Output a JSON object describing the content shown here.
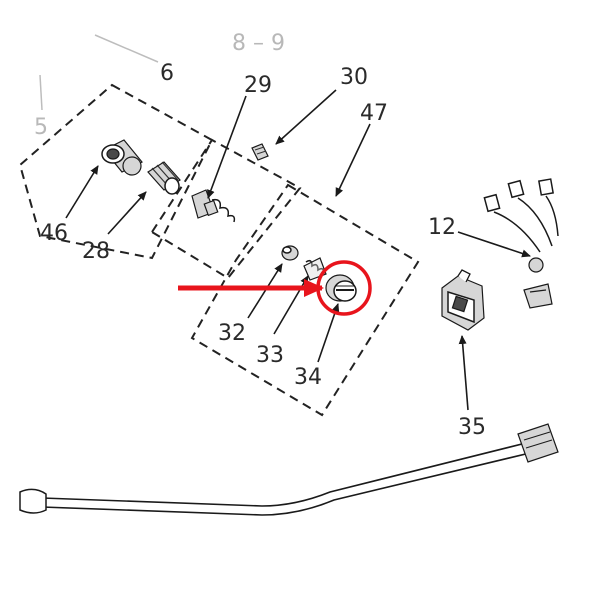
{
  "callouts": {
    "n6": "6",
    "n8_9": "8 – 9",
    "n29": "29",
    "n30": "30",
    "n47": "47",
    "n5": "5",
    "n46": "46",
    "n28": "28",
    "n12": "12",
    "n32": "32",
    "n33": "33",
    "n34": "34",
    "n35": "35"
  },
  "highlight": {
    "part": "34",
    "color": "#e8141c"
  }
}
